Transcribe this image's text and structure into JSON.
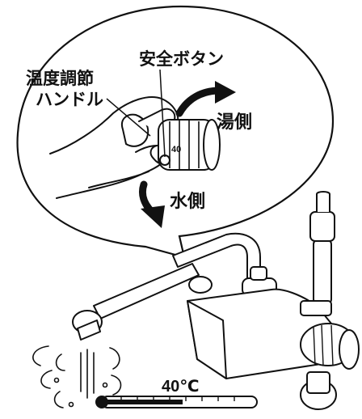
{
  "labels": {
    "temp_handle_line1": "温度調節",
    "temp_handle_line2": "ハンドル",
    "safety_button": "安全ボタン",
    "hot_side": "湯側",
    "cold_side": "水側",
    "temperature": "40℃"
  },
  "dial_marks": {
    "value": "40"
  }
}
